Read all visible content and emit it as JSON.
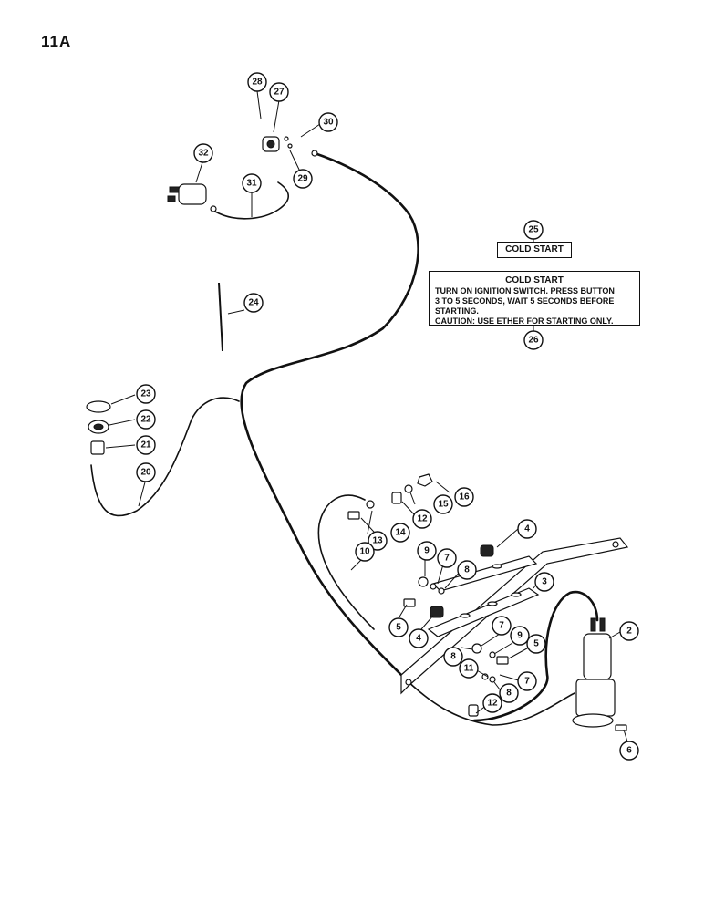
{
  "page_title": "11A",
  "callouts": [
    "28",
    "27",
    "30",
    "29",
    "32",
    "31",
    "25",
    "26",
    "24",
    "23",
    "22",
    "21",
    "20",
    "16",
    "15",
    "12",
    "14",
    "13",
    "10",
    "4",
    "9",
    "7",
    "8",
    "3",
    "5",
    "4",
    "2",
    "7",
    "9",
    "8",
    "11",
    "5",
    "7",
    "8",
    "12",
    "6"
  ],
  "decal_small_text": "COLD START",
  "decal_large": {
    "title": "COLD START",
    "body": "TURN ON IGNITION SWITCH. PRESS BUTTON\n3 TO 5 SECONDS, WAIT 5 SECONDS BEFORE\nSTARTING.\nCAUTION:  USE ETHER FOR STARTING ONLY."
  }
}
